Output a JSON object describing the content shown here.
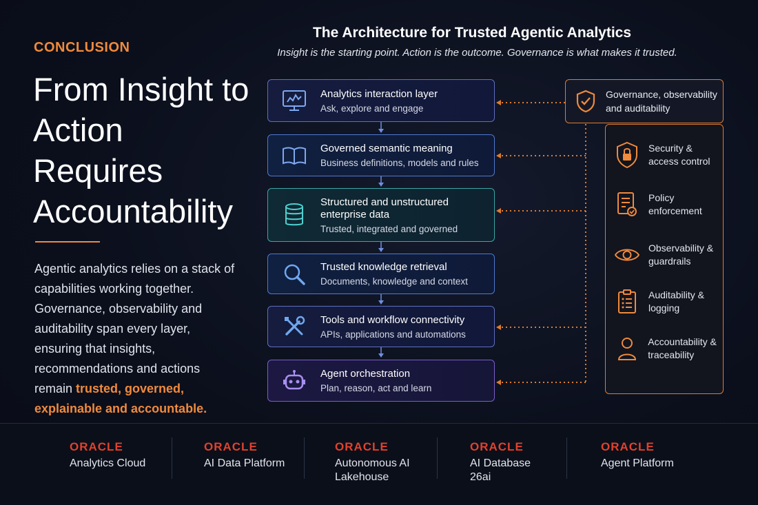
{
  "left": {
    "eyebrow": "CONCLUSION",
    "headline": "From Insight to Action Requires Accountability",
    "body_prefix": "Agentic analytics relies on a stack of capabilities working together. Governance, observability and auditability span every layer, ensuring that insights, recommendations and actions remain ",
    "body_highlight": "trusted, governed, explainable and accountable."
  },
  "diagram": {
    "title": "The Architecture for Trusted Agentic Analytics",
    "subtitle": "Insight is the starting point. Action is the outcome. Governance is what makes it trusted.",
    "layers": [
      {
        "title": "Analytics interaction layer",
        "subtitle": "Ask, explore and engage",
        "icon": "dashboard-monitor-icon"
      },
      {
        "title": "Governed semantic meaning",
        "subtitle": "Business definitions, models and rules",
        "icon": "open-book-icon"
      },
      {
        "title": "Structured and unstructured enterprise data",
        "subtitle": "Trusted, integrated and governed",
        "icon": "database-icon"
      },
      {
        "title": "Trusted knowledge retrieval",
        "subtitle": "Documents, knowledge and context",
        "icon": "magnifier-icon"
      },
      {
        "title": "Tools and workflow connectivity",
        "subtitle": "APIs, applications and automations",
        "icon": "wrench-screwdriver-icon"
      },
      {
        "title": "Agent orchestration",
        "subtitle": "Plan, reason, act and learn",
        "icon": "robot-icon"
      }
    ],
    "governance": {
      "title": "Governance, observability and auditability",
      "icon": "shield-check-icon",
      "items": [
        {
          "label": "Security & access control",
          "icon": "lock-shield-icon"
        },
        {
          "label": "Policy enforcement",
          "icon": "policy-document-icon"
        },
        {
          "label": "Observability & guardrails",
          "icon": "eye-icon"
        },
        {
          "label": "Auditability & logging",
          "icon": "clipboard-checklist-icon"
        },
        {
          "label": "Accountability & traceability",
          "icon": "person-icon"
        }
      ]
    },
    "colors": {
      "accent": "#f08a3c",
      "layer_border": "#5f6fc0",
      "teal": "#3aa8a6",
      "oracle_red": "#e0422d"
    }
  },
  "footer": {
    "products": [
      {
        "brand": "ORACLE",
        "name": "Analytics Cloud"
      },
      {
        "brand": "ORACLE",
        "name": "AI Data Platform"
      },
      {
        "brand": "ORACLE",
        "name": "Autonomous AI Lakehouse"
      },
      {
        "brand": "ORACLE",
        "name": "AI Database 26ai"
      },
      {
        "brand": "ORACLE",
        "name": "Agent Platform"
      }
    ]
  }
}
